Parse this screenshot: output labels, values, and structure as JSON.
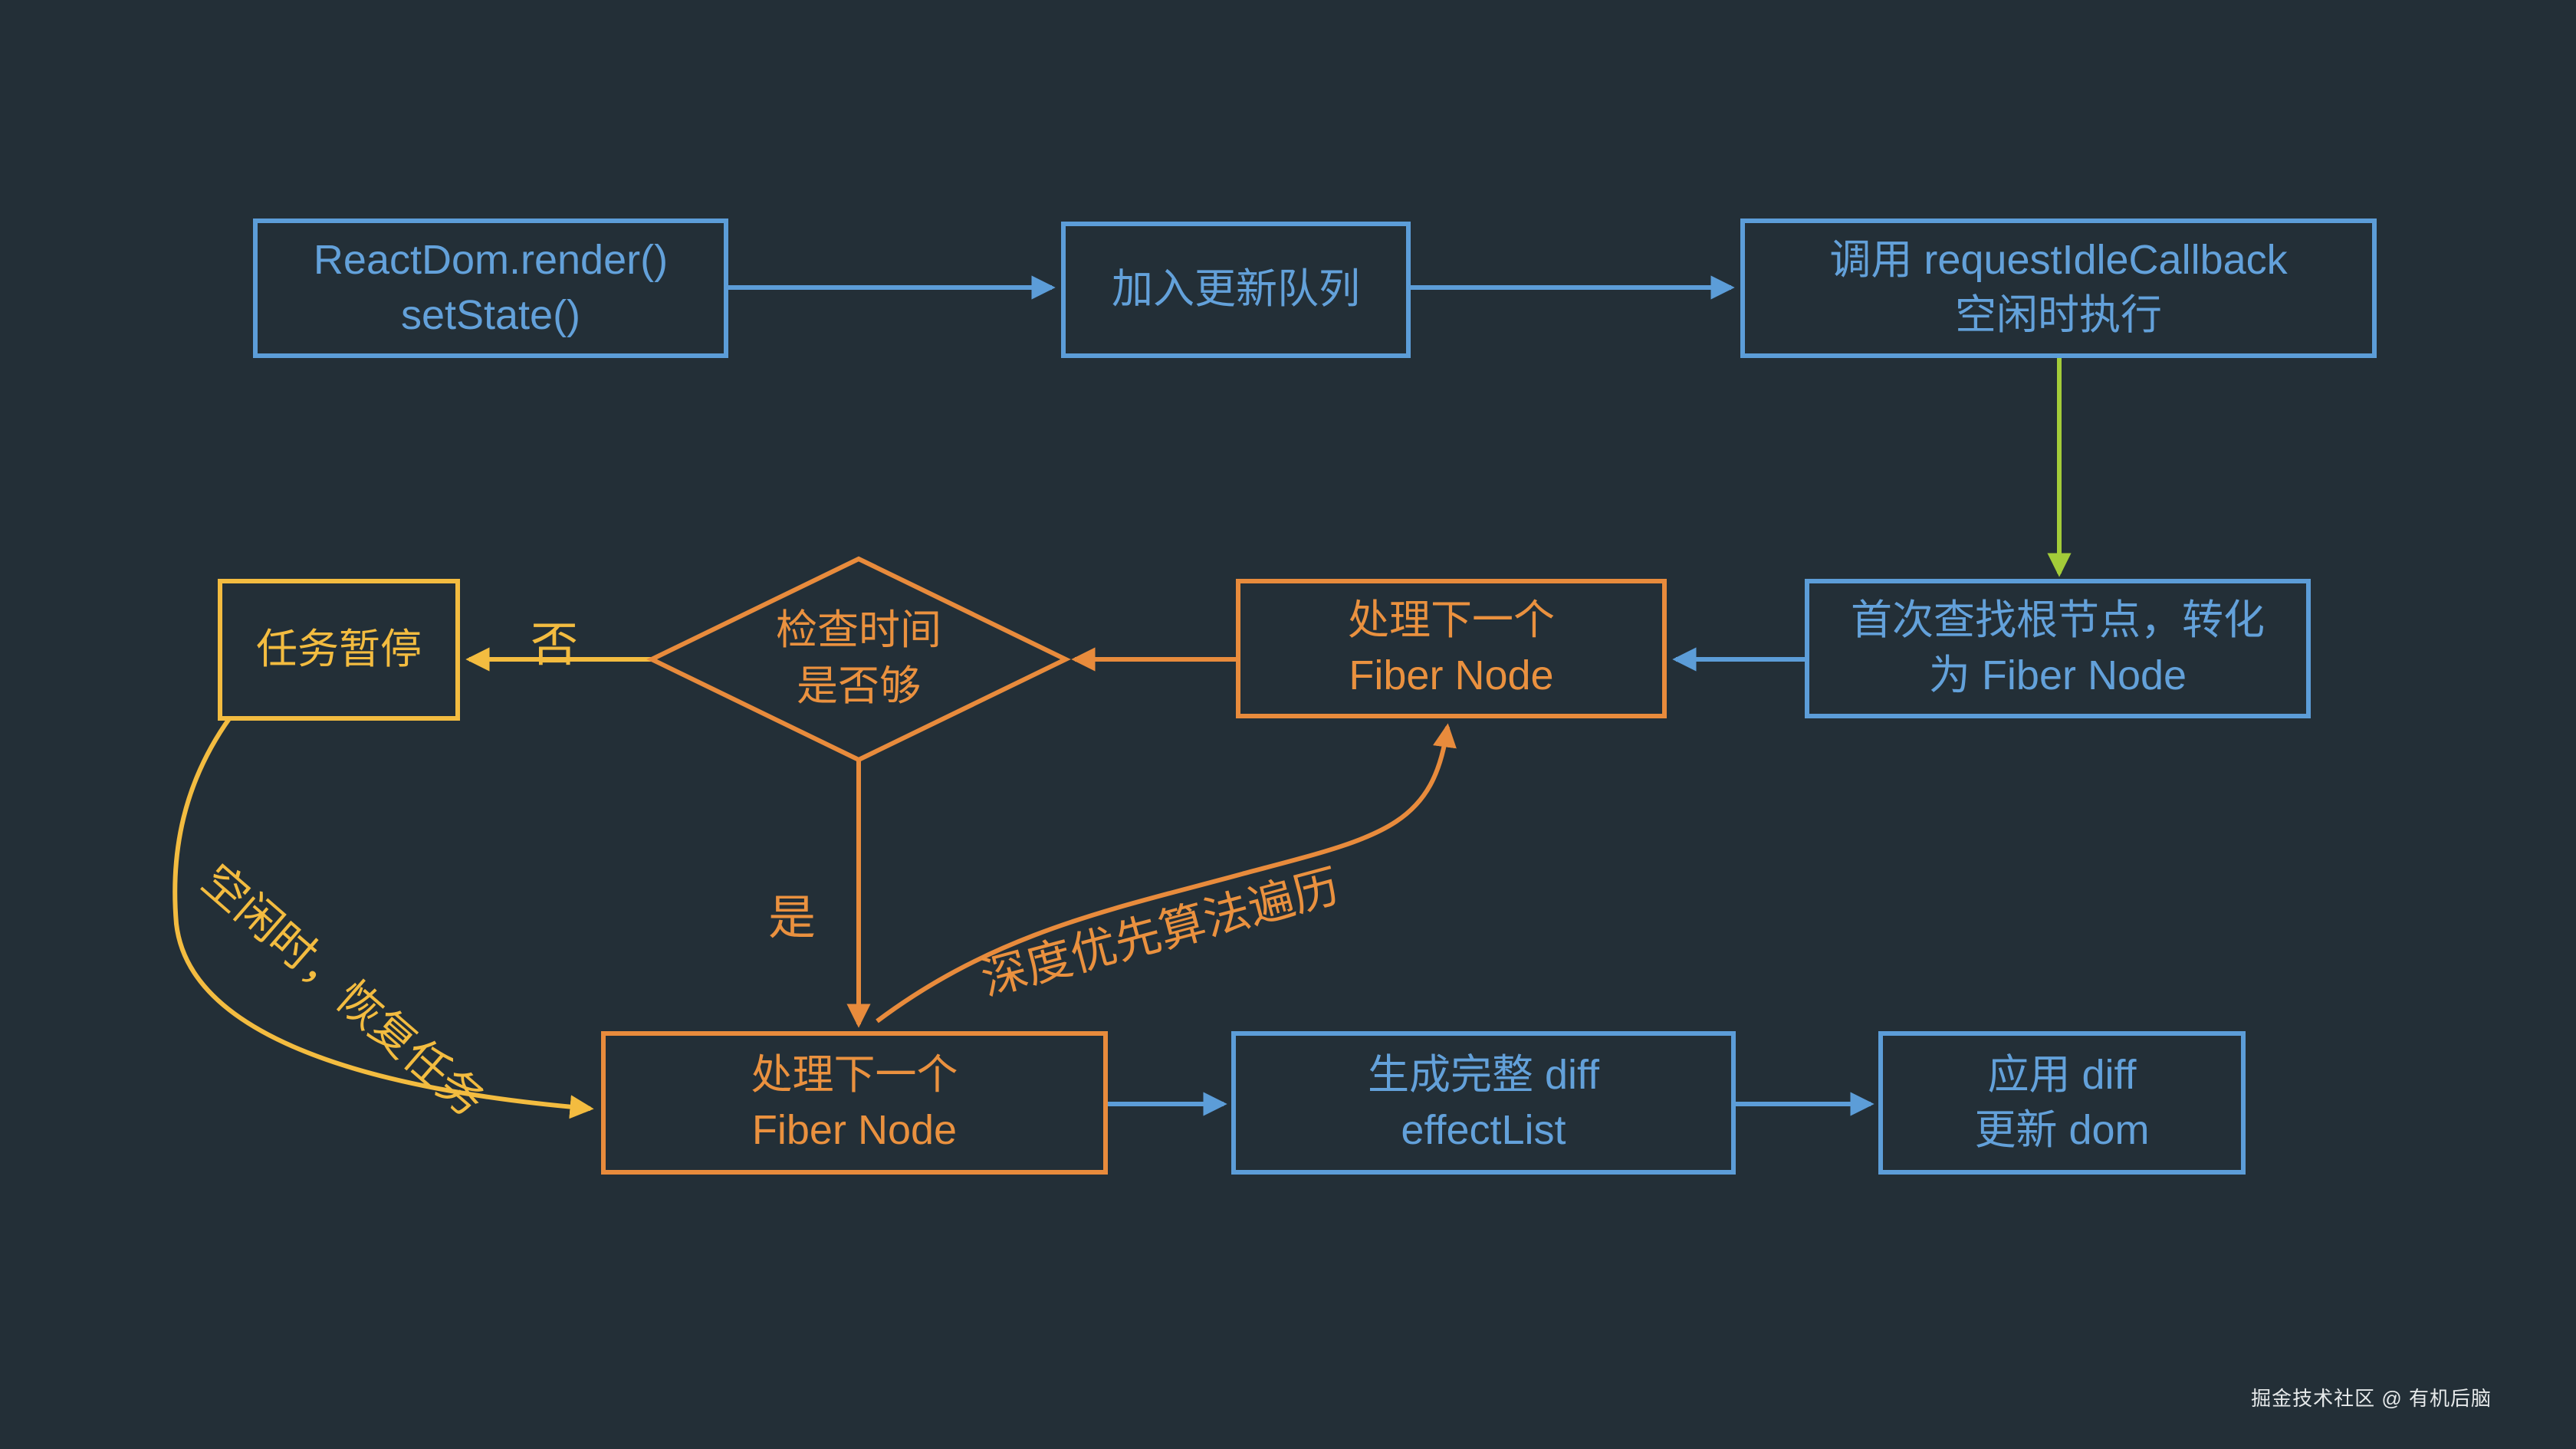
{
  "diagram": {
    "nodes": {
      "render": {
        "lines": [
          "ReactDom.render()",
          "setState()"
        ]
      },
      "queue": {
        "lines": [
          "加入更新队列"
        ]
      },
      "idle_callback": {
        "lines": [
          "调用 requestIdleCallback",
          "空闲时执行"
        ]
      },
      "find_root": {
        "lines": [
          "首次查找根节点，转化",
          "为 Fiber Node"
        ]
      },
      "process_next_top": {
        "lines": [
          "处理下一个",
          "Fiber Node"
        ]
      },
      "check_time": {
        "lines": [
          "检查时间",
          "是否够"
        ]
      },
      "task_pause": {
        "lines": [
          "任务暂停"
        ]
      },
      "process_next_bottom": {
        "lines": [
          "处理下一个",
          "Fiber Node"
        ]
      },
      "gen_diff": {
        "lines": [
          "生成完整 diff",
          "effectList"
        ]
      },
      "apply_diff": {
        "lines": [
          "应用 diff",
          "更新 dom"
        ]
      }
    },
    "edge_labels": {
      "no": "否",
      "yes": "是",
      "dfs": "深度优先算法遍历",
      "resume": "空闲时，恢复任务"
    },
    "watermark": "掘金技术社区 @ 有机后脑",
    "colors": {
      "background": "#232F37",
      "blue": "#5C9DD8",
      "orange": "#E88B3C",
      "yellow": "#F3BC40",
      "green": "#A3CC39",
      "watermark_text": "#E6E9EA"
    }
  }
}
